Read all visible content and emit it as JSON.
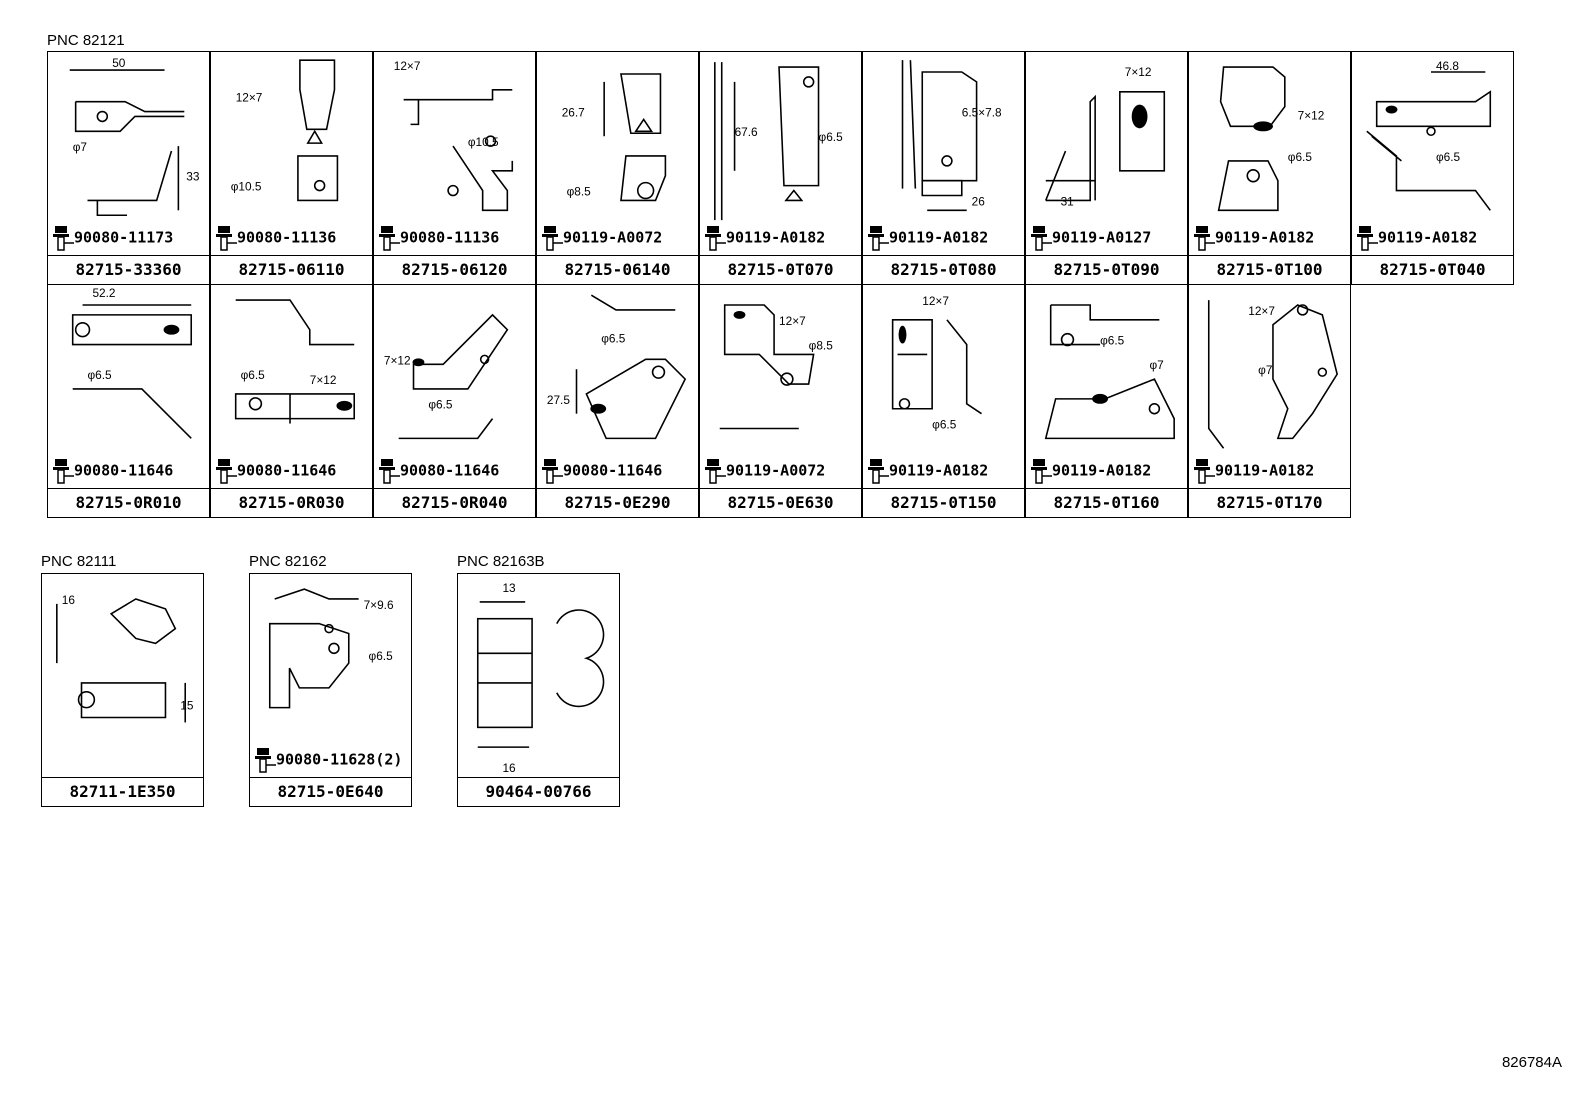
{
  "groups": [
    {
      "label": "PNC 82121"
    },
    {
      "label": "PNC 82111"
    },
    {
      "label": "PNC 82162"
    },
    {
      "label": "PNC 82163B"
    }
  ],
  "parts": [
    {
      "part": "82715-33360",
      "bolt": "90080-11173",
      "dims": [
        "50",
        "φ7",
        "33"
      ]
    },
    {
      "part": "82715-06110",
      "bolt": "90080-11136",
      "dims": [
        "12×7",
        "φ10.5"
      ]
    },
    {
      "part": "82715-06120",
      "bolt": "90080-11136",
      "dims": [
        "12×7",
        "φ10.5"
      ]
    },
    {
      "part": "82715-06140",
      "bolt": "90119-A0072",
      "dims": [
        "26.7",
        "φ8.5"
      ]
    },
    {
      "part": "82715-0T070",
      "bolt": "90119-A0182",
      "dims": [
        "67.6",
        "φ6.5"
      ]
    },
    {
      "part": "82715-0T080",
      "bolt": "90119-A0182",
      "dims": [
        "6.5×7.8",
        "26"
      ]
    },
    {
      "part": "82715-0T090",
      "bolt": "90119-A0127",
      "dims": [
        "7×12",
        "31"
      ]
    },
    {
      "part": "82715-0T100",
      "bolt": "90119-A0182",
      "dims": [
        "7×12",
        "φ6.5"
      ]
    },
    {
      "part": "82715-0T040",
      "bolt": "90119-A0182",
      "dims": [
        "46.8",
        "φ6.5"
      ]
    },
    {
      "part": "82715-0R010",
      "bolt": "90080-11646",
      "dims": [
        "52.2",
        "φ6.5"
      ]
    },
    {
      "part": "82715-0R030",
      "bolt": "90080-11646",
      "dims": [
        "φ6.5",
        "7×12"
      ]
    },
    {
      "part": "82715-0R040",
      "bolt": "90080-11646",
      "dims": [
        "7×12",
        "φ6.5"
      ]
    },
    {
      "part": "82715-0E290",
      "bolt": "90080-11646",
      "dims": [
        "φ6.5",
        "27.5"
      ]
    },
    {
      "part": "82715-0E630",
      "bolt": "90119-A0072",
      "dims": [
        "12×7",
        "φ8.5"
      ]
    },
    {
      "part": "82715-0T150",
      "bolt": "90119-A0182",
      "dims": [
        "12×7",
        "φ6.5"
      ]
    },
    {
      "part": "82715-0T160",
      "bolt": "90119-A0182",
      "dims": [
        "φ6.5",
        "φ7"
      ]
    },
    {
      "part": "82715-0T170",
      "bolt": "90119-A0182",
      "dims": [
        "12×7",
        "φ7"
      ]
    },
    {
      "part": "82711-1E350",
      "bolt": "",
      "dims": [
        "16",
        "15"
      ]
    },
    {
      "part": "82715-0E640",
      "bolt": "90080-11628(2)",
      "dims": [
        "7×9.6",
        "φ6.5"
      ]
    },
    {
      "part": "90464-00766",
      "bolt": "",
      "dims": [
        "13",
        "16"
      ]
    }
  ],
  "reference": "826784A"
}
